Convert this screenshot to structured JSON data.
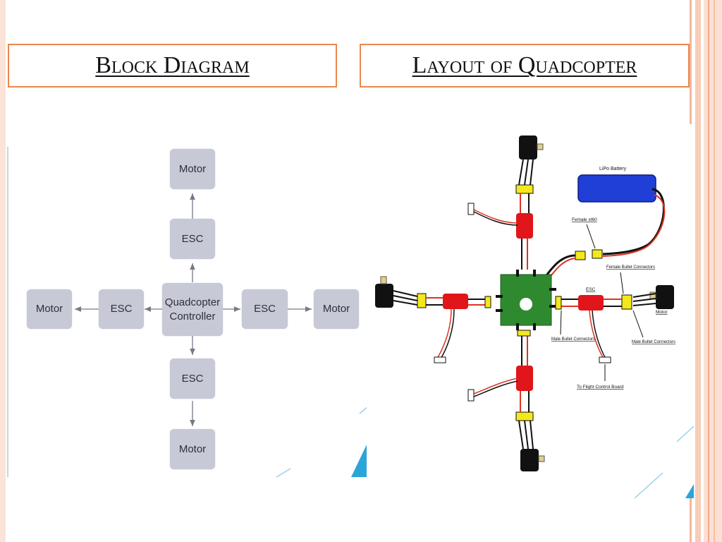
{
  "headings": {
    "left": "Block Diagram",
    "right": "Layout of Quadcopter"
  },
  "block_diagram": {
    "controller": "Quadcopter Controller",
    "motor_top": "Motor",
    "esc_top": "ESC",
    "motor_left": "Motor",
    "esc_left": "ESC",
    "esc_right": "ESC",
    "motor_right": "Motor",
    "esc_bottom": "ESC",
    "motor_bottom": "Motor"
  },
  "layout_diagram": {
    "labels": {
      "lipo_battery": "LiPo Battery",
      "female_xt60": "Female xt60",
      "female_bullet": "Female Bullet Connectors",
      "esc": "ESC",
      "motor": "Motor",
      "male_bullet_left": "Male Bullet Connectors",
      "male_bullet_right": "Male Bullet Connectors",
      "flight_control": "To Flight Control Board"
    }
  },
  "colors": {
    "heading_border": "#e8884f",
    "block_fill": "#c7c9d6",
    "board_green": "#2f8a2f",
    "esc_red": "#e0161a",
    "battery_blue": "#1f3fd6"
  }
}
